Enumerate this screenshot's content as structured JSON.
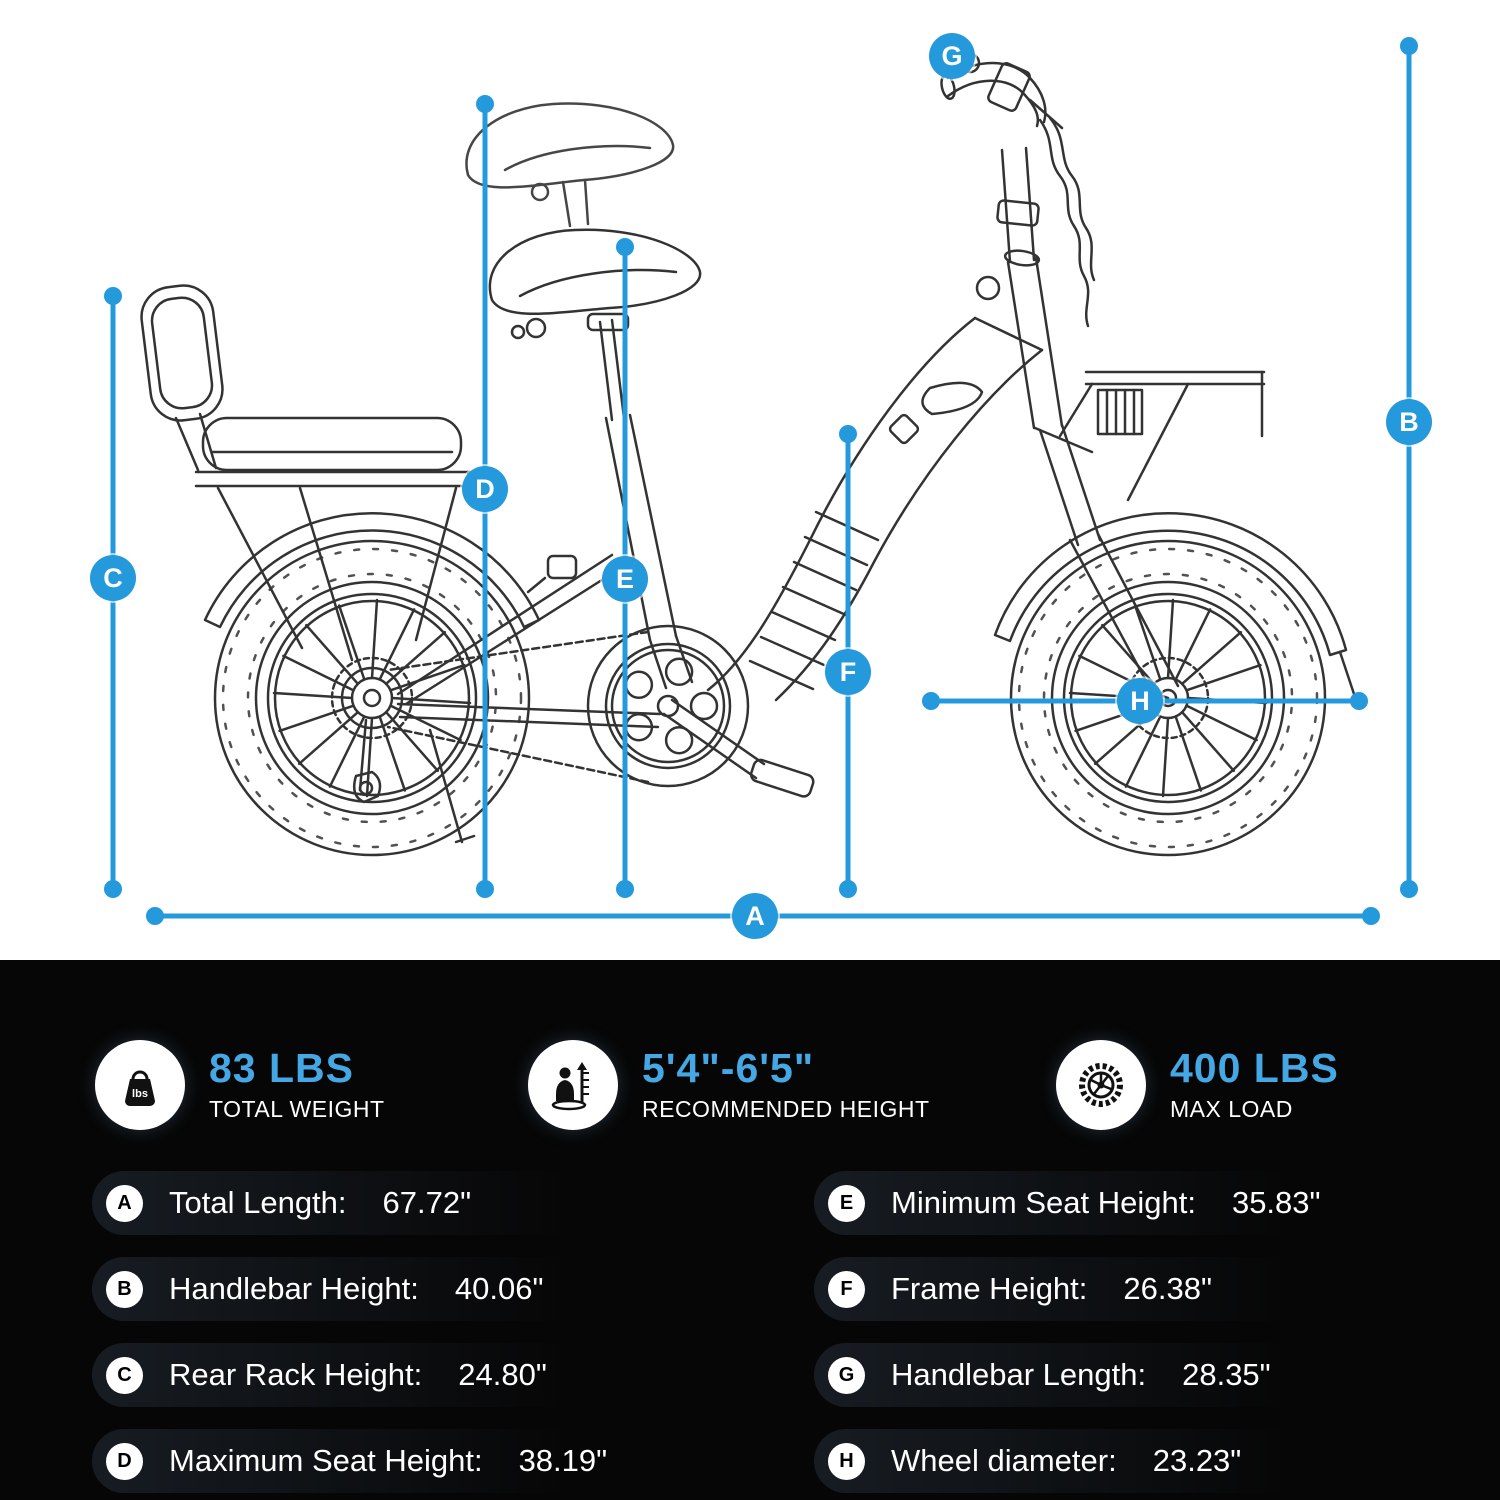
{
  "colors": {
    "accent": "#2499dc",
    "value_blue": "#45a7e3",
    "panel_bg": "#060606",
    "line_art": "#333333"
  },
  "diagram": {
    "markers": {
      "a": "A",
      "b": "B",
      "c": "C",
      "d": "D",
      "e": "E",
      "f": "F",
      "g": "G",
      "h": "H"
    }
  },
  "highlights": [
    {
      "icon": "weight-bag-icon",
      "value": "83 LBS",
      "label": "TOTAL WEIGHT"
    },
    {
      "icon": "height-person-icon",
      "value": "5'4\"-6'5\"",
      "label": "RECOMMENDED HEIGHT"
    },
    {
      "icon": "tire-icon",
      "value": "400 LBS",
      "label": "MAX LOAD"
    }
  ],
  "specs": [
    {
      "key": "A",
      "label": "Total Length:",
      "value": "67.72\""
    },
    {
      "key": "B",
      "label": "Handlebar Height:",
      "value": "40.06\""
    },
    {
      "key": "C",
      "label": "Rear Rack Height:",
      "value": "24.80\""
    },
    {
      "key": "D",
      "label": "Maximum Seat Height:",
      "value": "38.19\""
    },
    {
      "key": "E",
      "label": "Minimum Seat Height:",
      "value": "35.83\""
    },
    {
      "key": "F",
      "label": "Frame Height:",
      "value": "26.38\""
    },
    {
      "key": "G",
      "label": "Handlebar Length:",
      "value": "28.35\""
    },
    {
      "key": "H",
      "label": "Wheel diameter:",
      "value": "23.23\""
    }
  ]
}
